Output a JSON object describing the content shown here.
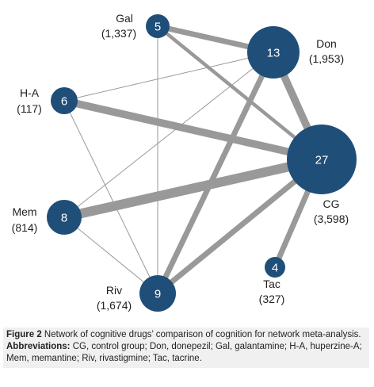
{
  "network": {
    "nodes": [
      {
        "id": "Gal",
        "name": "Gal",
        "sample": "(1,337)",
        "count": "5"
      },
      {
        "id": "Don",
        "name": "Don",
        "sample": "(1,953)",
        "count": "13"
      },
      {
        "id": "HA",
        "name": "H-A",
        "sample": "(117)",
        "count": "6"
      },
      {
        "id": "CG",
        "name": "CG",
        "sample": "(3,598)",
        "count": "27"
      },
      {
        "id": "Mem",
        "name": "Mem",
        "sample": "(814)",
        "count": "8"
      },
      {
        "id": "Tac",
        "name": "Tac",
        "sample": "(327)",
        "count": "4"
      },
      {
        "id": "Riv",
        "name": "Riv",
        "sample": "(1,674)",
        "count": "9"
      }
    ],
    "edges": [
      {
        "from": "Gal",
        "to": "Don",
        "weight": 3
      },
      {
        "from": "Gal",
        "to": "CG",
        "weight": 2
      },
      {
        "from": "Gal",
        "to": "Riv",
        "weight": 1
      },
      {
        "from": "Don",
        "to": "CG",
        "weight": 4
      },
      {
        "from": "Don",
        "to": "HA",
        "weight": 1
      },
      {
        "from": "Don",
        "to": "Mem",
        "weight": 1
      },
      {
        "from": "Don",
        "to": "Riv",
        "weight": 3
      },
      {
        "from": "HA",
        "to": "CG",
        "weight": 4
      },
      {
        "from": "HA",
        "to": "Riv",
        "weight": 1
      },
      {
        "from": "Mem",
        "to": "CG",
        "weight": 5
      },
      {
        "from": "Mem",
        "to": "Riv",
        "weight": 1
      },
      {
        "from": "Riv",
        "to": "CG",
        "weight": 3
      },
      {
        "from": "Tac",
        "to": "CG",
        "weight": 3
      }
    ]
  },
  "caption": {
    "figure_label": "Figure 2",
    "figure_text": " Network of cognitive drugs’ comparison of cognition for network meta-analysis.",
    "abbrev_label": "Abbreviations:",
    "abbrev_text": " CG, control group; Don, donepezil; Gal, galantamine; H-A, huperzine-A; Mem, memantine; Riv, rivastigmine; Tac, tacrine."
  }
}
